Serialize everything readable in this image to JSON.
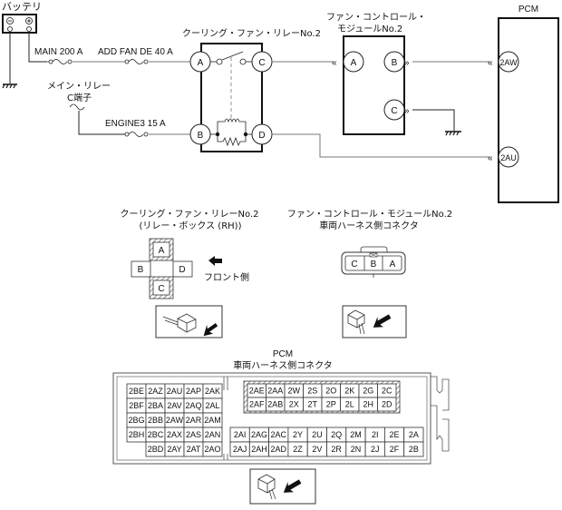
{
  "battery": {
    "label": "バッテリ",
    "neg": "⊖",
    "pos": "⊕"
  },
  "fuses": {
    "main": "MAIN 200 A",
    "add_fan": "ADD FAN DE 40 A",
    "engine3": "ENGINE3 15 A"
  },
  "main_relay": {
    "line1": "メイン・リレー",
    "line2": "C端子"
  },
  "relay": {
    "title": "クーリング・ファン・リレーNo.2",
    "pins": [
      "A",
      "B",
      "C",
      "D"
    ]
  },
  "fan_module": {
    "title_line1": "ファン・コントロール・",
    "title_line2": "モジュールNo.2",
    "pins": [
      "A",
      "B",
      "C"
    ]
  },
  "pcm": {
    "title": "PCM",
    "pins": [
      "2AW",
      "2AU"
    ]
  },
  "relay_view": {
    "title_line1": "クーリング・ファン・リレーNo.2",
    "title_line2": "(リレー・ボックス (RH))",
    "pins": [
      "A",
      "B",
      "C",
      "D"
    ],
    "front_label": "フロント側"
  },
  "module_connector": {
    "title_line1": "ファン・コントロール・モジュールNo.2",
    "title_line2": "車両ハーネス側コネクタ",
    "pins": [
      "C",
      "B",
      "A"
    ]
  },
  "pcm_connector": {
    "title_line1": "PCM",
    "title_line2": "車両ハーネス側コネクタ",
    "left_block": [
      [
        "2BE",
        "2AZ",
        "2AU",
        "2AP",
        "2AK"
      ],
      [
        "2BF",
        "2BA",
        "2AV",
        "2AQ",
        "2AL"
      ],
      [
        "2BG",
        "2BB",
        "2AW",
        "2AR",
        "2AM"
      ],
      [
        "2BH",
        "2BC",
        "2AX",
        "2AS",
        "2AN"
      ],
      [
        "",
        "2BD",
        "2AY",
        "2AT",
        "2AO"
      ]
    ],
    "top_right_block": [
      [
        "2AE",
        "2AA",
        "2W",
        "2S",
        "2O",
        "2K",
        "2G",
        "2C"
      ],
      [
        "2AF",
        "2AB",
        "2X",
        "2T",
        "2P",
        "2L",
        "2H",
        "2D"
      ]
    ],
    "bottom_right_block": [
      [
        "2AI",
        "2AG",
        "2AC",
        "2Y",
        "2U",
        "2Q",
        "2M",
        "2I",
        "2E",
        "2A"
      ],
      [
        "2AJ",
        "2AH",
        "2AD",
        "2Z",
        "2V",
        "2R",
        "2N",
        "2J",
        "2F",
        "2B"
      ]
    ]
  }
}
